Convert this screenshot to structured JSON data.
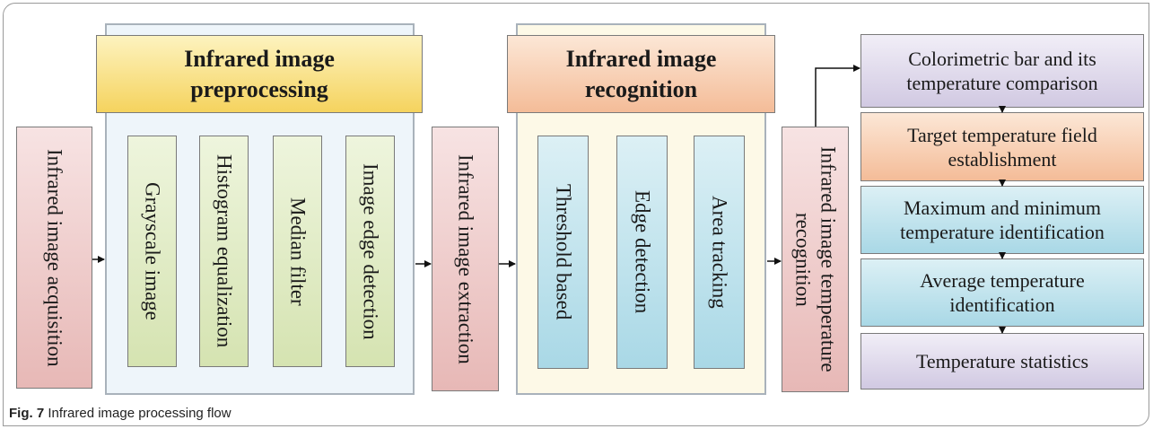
{
  "stages": {
    "acquisition": "Infrared image acquisition",
    "preprocessing": {
      "title": "Infrared image preprocessing",
      "steps": [
        "Grayscale image",
        "Histogram equalization",
        "Median filter",
        "Image edge detection"
      ]
    },
    "extraction": "Infrared image extraction",
    "recognition": {
      "title": "Infrared image recognition",
      "steps": [
        "Threshold based",
        "Edge detection",
        "Area tracking"
      ]
    },
    "temperature_recognition": "Infrared image temperature recognition",
    "outputs": [
      "Colorimetric bar and its temperature comparison",
      "Target temperature field establishment",
      "Maximum and minimum temperature identification",
      "Average temperature identification",
      "Temperature statistics"
    ]
  },
  "caption": {
    "label": "Fig. 7",
    "text": "Infrared image processing flow"
  },
  "colors": {
    "pink": "#e7b8b6",
    "green": "#d5e3b1",
    "blue": "#a9d8e6",
    "purple": "#d1c9e2",
    "orange": "#f4bc98",
    "yellow": "#f5d35e"
  }
}
